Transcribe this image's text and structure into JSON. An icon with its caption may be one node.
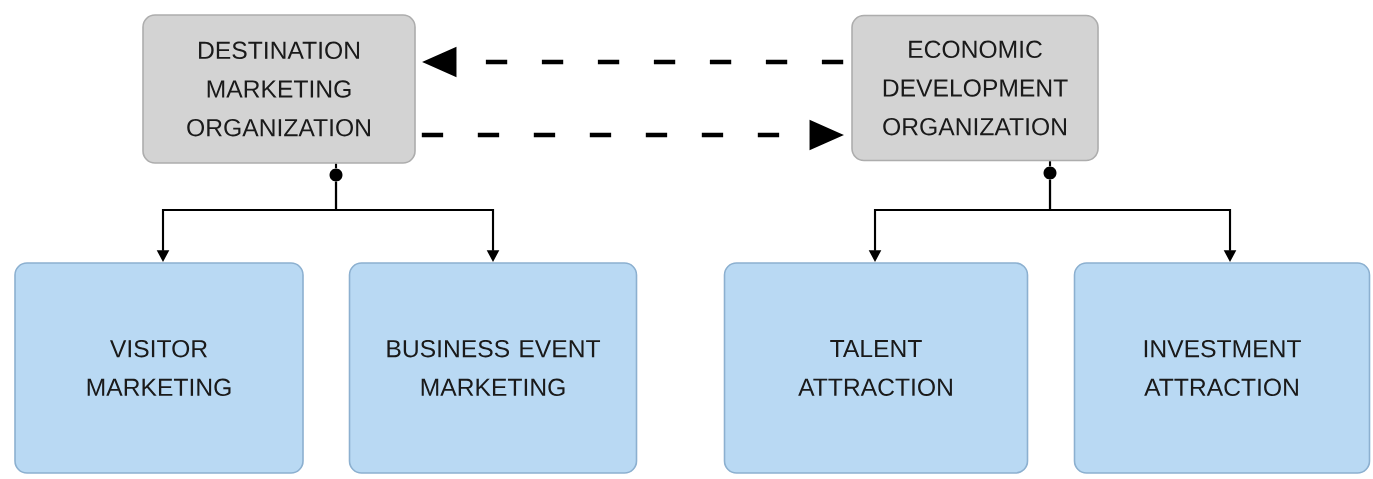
{
  "diagram": {
    "nodes": [
      {
        "text": [
          "DESTINATION MARKETING ORGANIZATION"
        ]
      },
      {
        "text": [
          "ECONOMIC DEVELOPMENT ORGANIZATION"
        ]
      },
      {
        "text": [
          "VISITOR MARKETING"
        ]
      },
      {
        "text": [
          "BUSINESS EVENT MARKETING"
        ]
      },
      {
        "text": [
          "TALENT ATTRACTION"
        ]
      },
      {
        "text": [
          "INVESTMENT ATTRACTION"
        ]
      },
      {
        "text": [],
        "shape": "circle"
      },
      {
        "text": [],
        "shape": "circle"
      }
    ],
    "edges": [
      {
        "from": 1,
        "to": 0,
        "arrow": "to",
        "style": "dashed"
      },
      {
        "from": 0,
        "to": 1,
        "arrow": "to",
        "style": "dashed"
      },
      {
        "from": 0,
        "to": 6,
        "arrow": "none"
      },
      {
        "from": 6,
        "to": 2,
        "arrow": "to"
      },
      {
        "from": 6,
        "to": 3,
        "arrow": "to"
      },
      {
        "from": 1,
        "to": 7,
        "arrow": "none"
      },
      {
        "from": 7,
        "to": 4,
        "arrow": "to"
      },
      {
        "from": 7,
        "to": 5,
        "arrow": "to"
      }
    ]
  }
}
